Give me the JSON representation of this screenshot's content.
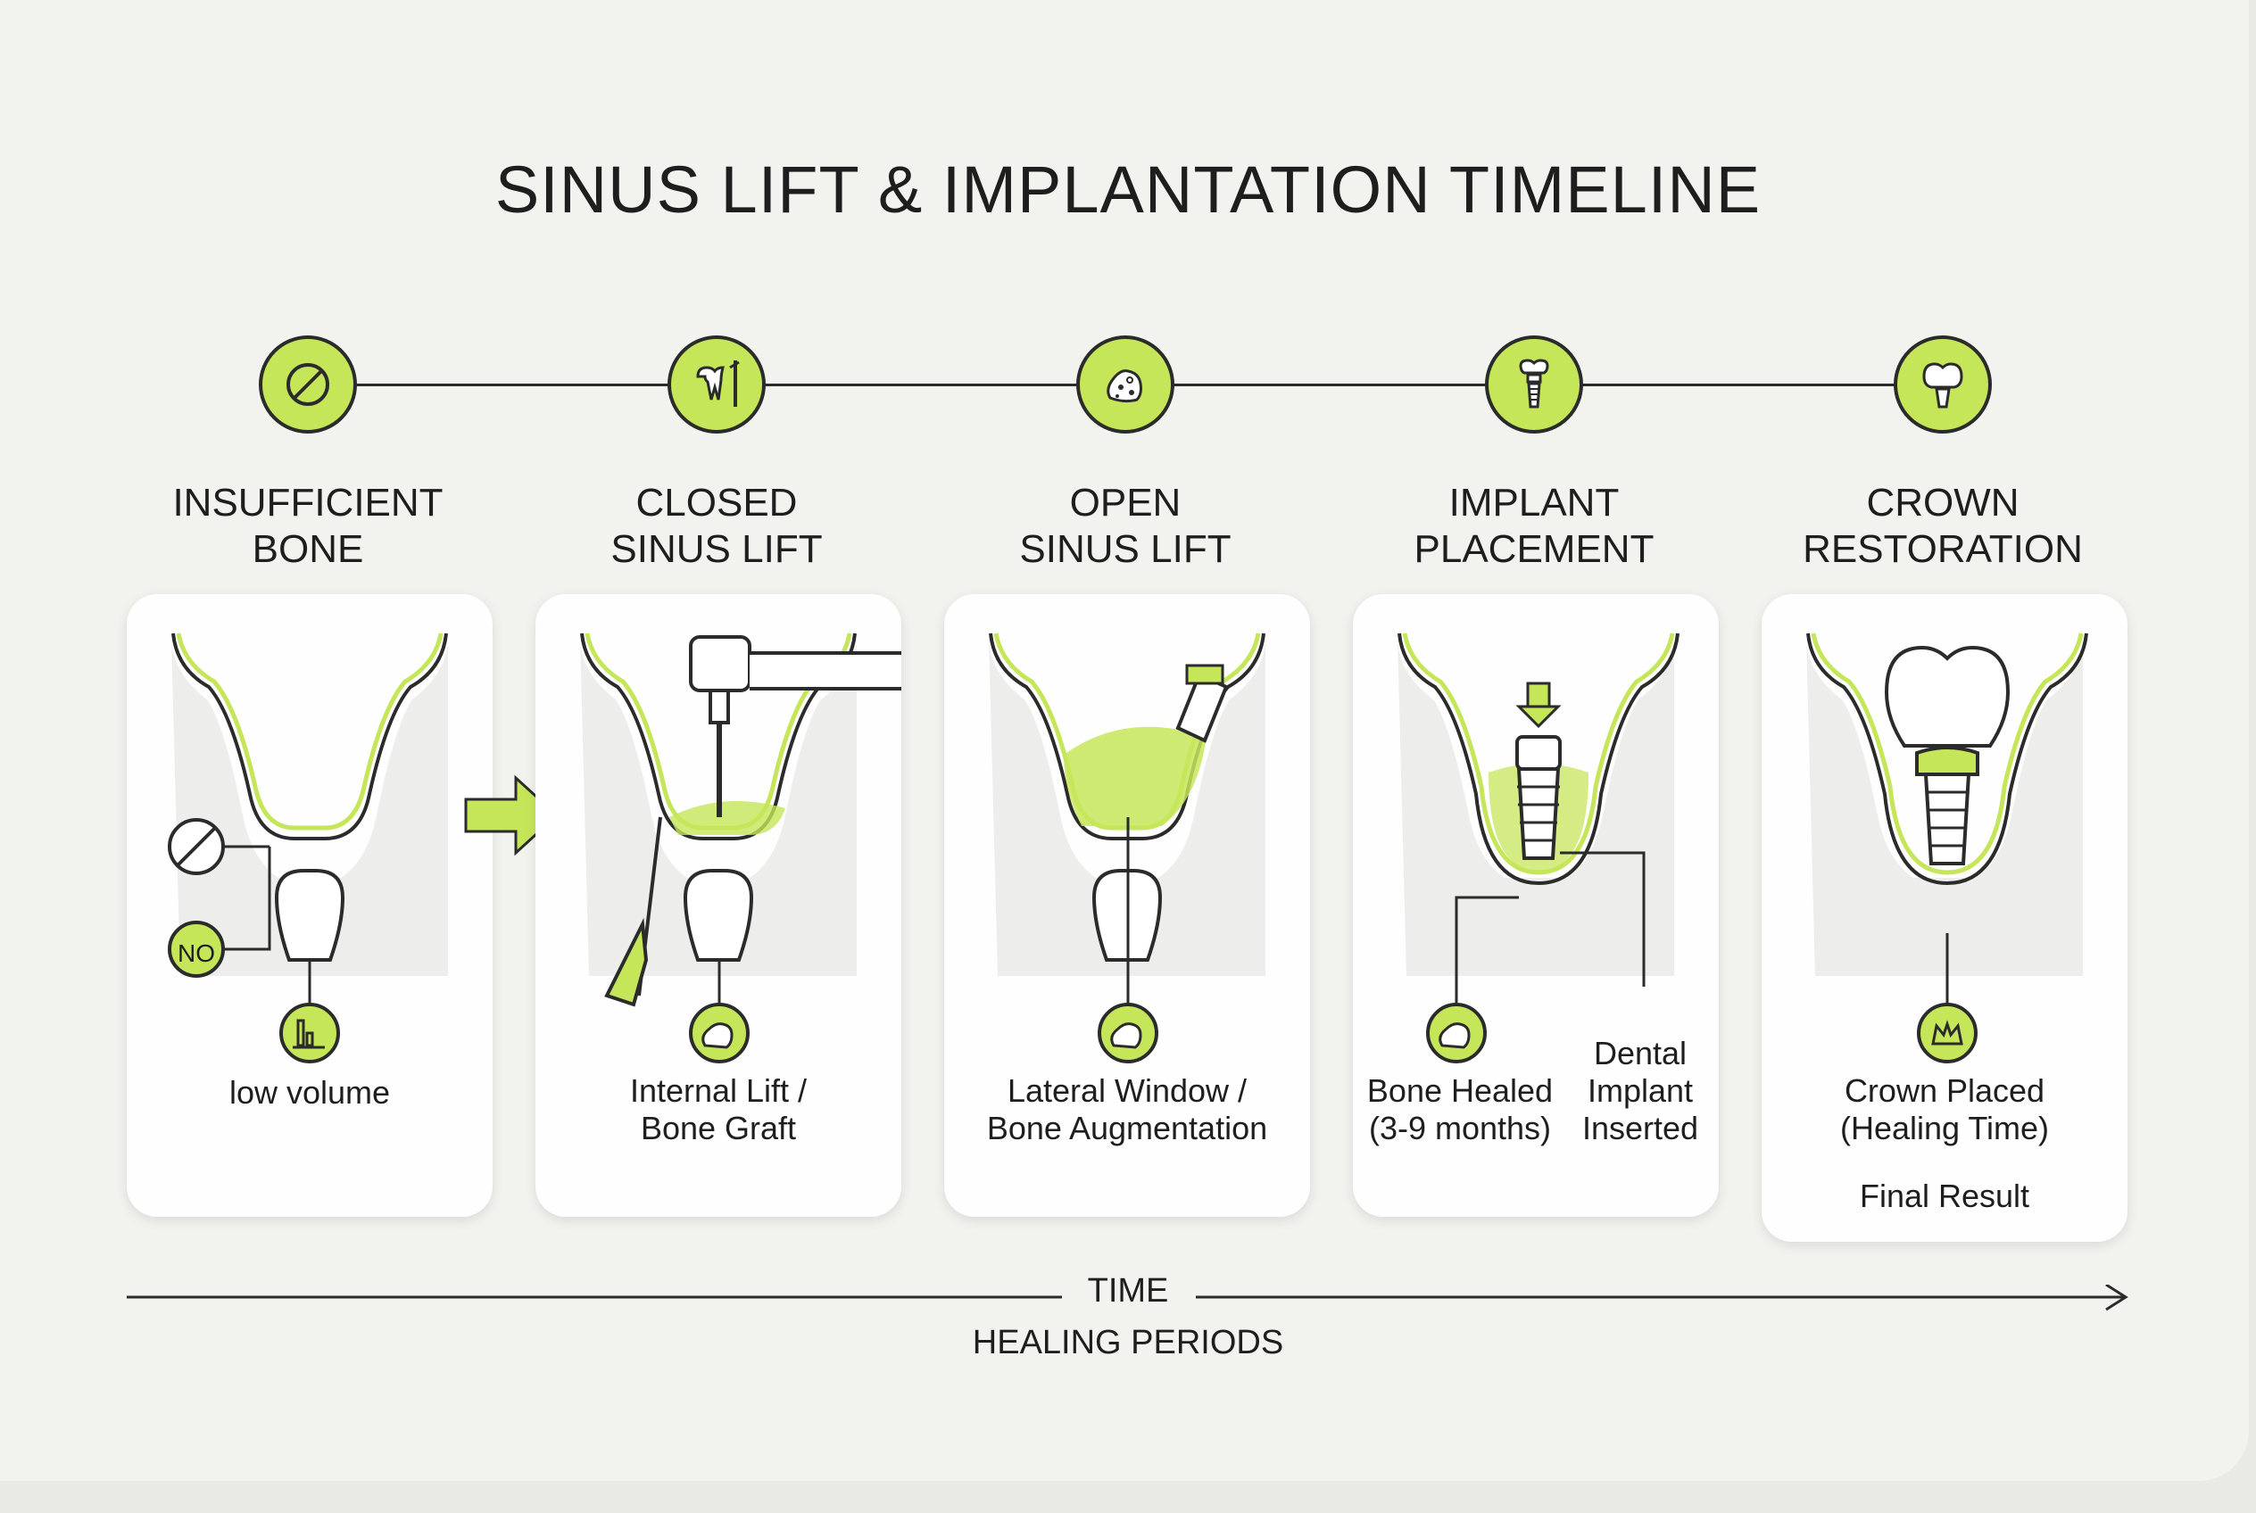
{
  "title": "SINUS LIFT & IMPLANTATION TIMELINE",
  "colors": {
    "accent": "#c6e65a",
    "line": "#2b2b2b",
    "card": "#fefefe",
    "background": "#f2f2ef"
  },
  "steps": [
    {
      "title_line1": "INSUFFICIENT",
      "title_line2": "BONE",
      "icon": "prohibited-icon",
      "badge_no": "NO",
      "caption": "low volume"
    },
    {
      "title_line1": "CLOSED",
      "title_line2": "SINUS LIFT",
      "icon": "tooth-drill-icon",
      "caption_line1": "Internal Lift /",
      "caption_line2": "Bone Graft"
    },
    {
      "title_line1": "OPEN",
      "title_line2": "SINUS LIFT",
      "icon": "bone-graft-icon",
      "caption_line1": "Lateral Window /",
      "caption_line2": "Bone Augmentation"
    },
    {
      "title_line1": "IMPLANT",
      "title_line2": "PLACEMENT",
      "icon": "implant-icon",
      "caption_left_line1": "Bone Healed",
      "caption_left_line2": "(3-9 months)",
      "caption_right_line1": "Dental",
      "caption_right_line2": "Implant",
      "caption_right_line3": "Inserted"
    },
    {
      "title_line1": "CROWN",
      "title_line2": "RESTORATION",
      "icon": "crown-tooth-icon",
      "caption_line1": "Crown Placed",
      "caption_line2": "(Healing Time)",
      "caption_line3": "Final Result"
    }
  ],
  "axis": {
    "label": "TIME",
    "sublabel": "HEALING PERIODS"
  }
}
